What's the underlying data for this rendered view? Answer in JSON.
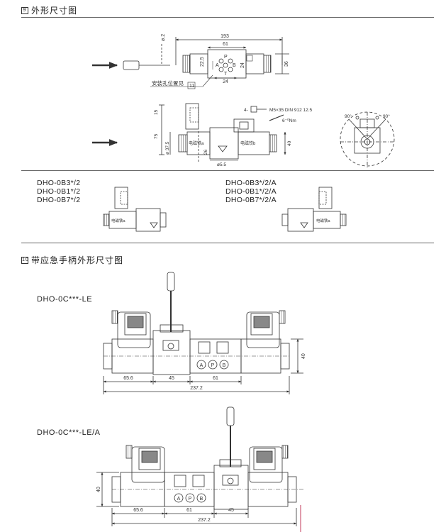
{
  "section1": {
    "number": "9",
    "title": "外形尺寸图"
  },
  "drawing1": {
    "dims": {
      "d193": "193",
      "d61": "61",
      "d24a": "24",
      "d22_5": "22.5",
      "d36": "36",
      "d24b": "24",
      "phi2": "ø.2",
      "port_p": "P",
      "port_a": "A",
      "port_b": "B",
      "port_t": "T"
    },
    "note": "安装孔位置见",
    "note_ref": "11"
  },
  "drawing2": {
    "dims": {
      "d15": "15",
      "d75": "75",
      "d37_5": "ø 37.5",
      "d40": "40",
      "d26": "26",
      "phi5_5": "ø5.5",
      "bolt_qty": "4-",
      "bolt": "M5×35  DIN 912 12.5",
      "torque": "6⁻⁰Nm",
      "coil_a": "电磁铁a",
      "coil_b": "电磁铁b"
    }
  },
  "drawing3": {
    "angle1": "90°",
    "angle2": "90°"
  },
  "models_left": [
    "DHO-0B3*/2",
    "DHO-0B1*/2",
    "DHO-0B7*/2"
  ],
  "models_right": [
    "DHO-0B3*/2/A",
    "DHO-0B1*/2/A",
    "DHO-0B7*/2/A"
  ],
  "small_coil": "电磁铁a",
  "section2": {
    "number": "10",
    "title": "带应急手柄外形尺寸图"
  },
  "model_le": "DHO-0C***-LE",
  "model_lea": "DHO-0C***-LE/A",
  "le_dims": {
    "d65_6": "65.6",
    "d45": "45",
    "d61": "61",
    "d237_2": "237.2",
    "d40": "40"
  },
  "lea_dims": {
    "d65_6": "65.6",
    "d61": "61",
    "d45": "45",
    "d237_2": "237.2",
    "d40": "40"
  },
  "ports": [
    "A",
    "P",
    "B"
  ]
}
